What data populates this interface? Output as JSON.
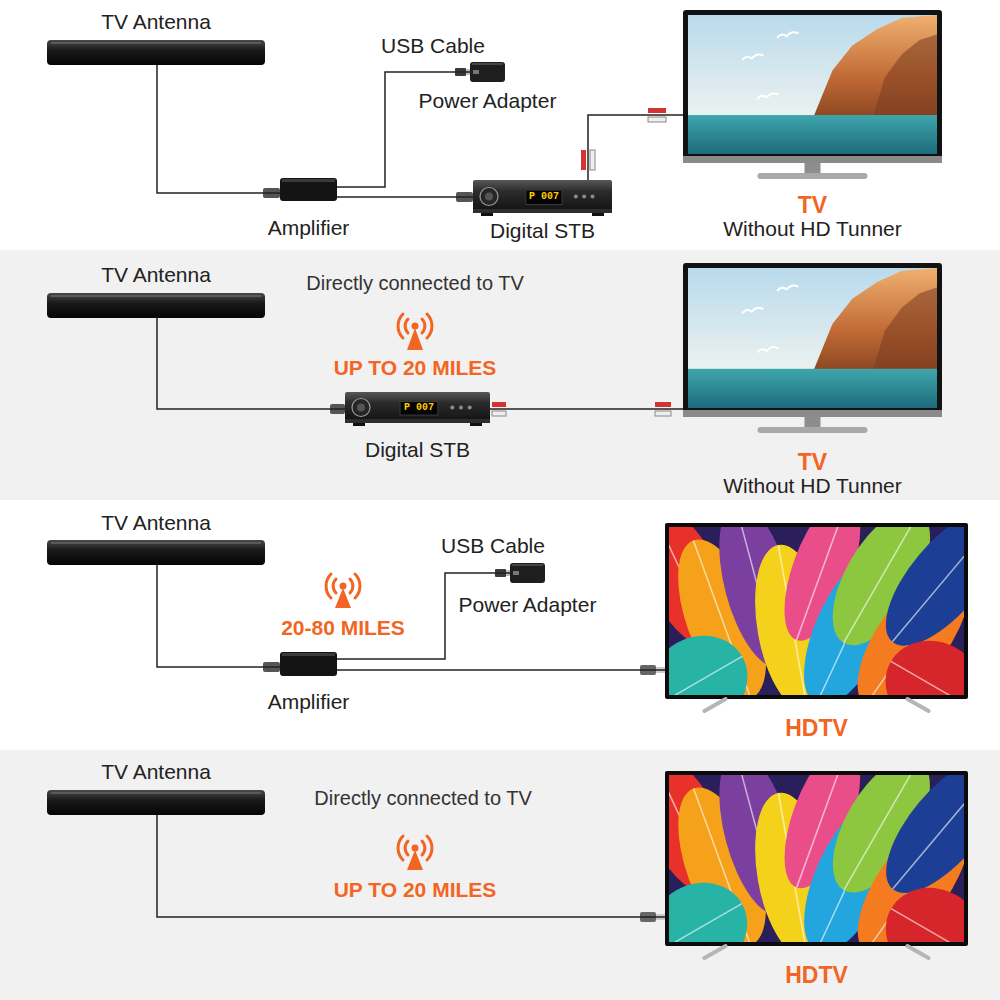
{
  "diagram": {
    "nodes": [
      {
        "text": [
          "TV Antenna"
        ]
      },
      {
        "text": [
          "Amplifier"
        ]
      },
      {
        "text": [
          "Power Adapter"
        ]
      },
      {
        "text": [
          "Digital STB"
        ]
      },
      {
        "text": [
          "TV",
          "Without HD Tunner"
        ]
      },
      {
        "text": [
          "TV Antenna"
        ]
      },
      {
        "text": [
          "Digital STB"
        ]
      },
      {
        "text": [
          "TV",
          "Without HD Tunner"
        ]
      },
      {
        "text": [
          "TV Antenna"
        ]
      },
      {
        "text": [
          "Amplifier"
        ]
      },
      {
        "text": [
          "Power Adapter"
        ]
      },
      {
        "text": [
          "HDTV"
        ]
      },
      {
        "text": [
          "TV Antenna"
        ]
      },
      {
        "text": [
          "HDTV"
        ]
      }
    ],
    "edges": [
      {
        "from": 0,
        "to": 1,
        "arrow": "none"
      },
      {
        "from": 1,
        "to": 2,
        "label": "USB Cable",
        "arrow": "none"
      },
      {
        "from": 1,
        "to": 3,
        "arrow": "none"
      },
      {
        "from": 3,
        "to": 4,
        "arrow": "none"
      },
      {
        "from": 5,
        "to": 6,
        "arrow": "none"
      },
      {
        "from": 6,
        "to": 7,
        "arrow": "none"
      },
      {
        "from": 8,
        "to": 9,
        "arrow": "none"
      },
      {
        "from": 9,
        "to": 10,
        "label": "USB Cable",
        "arrow": "none"
      },
      {
        "from": 9,
        "to": 11,
        "arrow": "none"
      },
      {
        "from": 12,
        "to": 13,
        "arrow": "none"
      }
    ],
    "labels": [
      "P 007",
      "Directly connected to TV",
      "UP TO 20 MILES",
      "P 007",
      "20-80 MILES",
      "Directly connected to TV",
      "UP TO 20 MILES"
    ]
  }
}
